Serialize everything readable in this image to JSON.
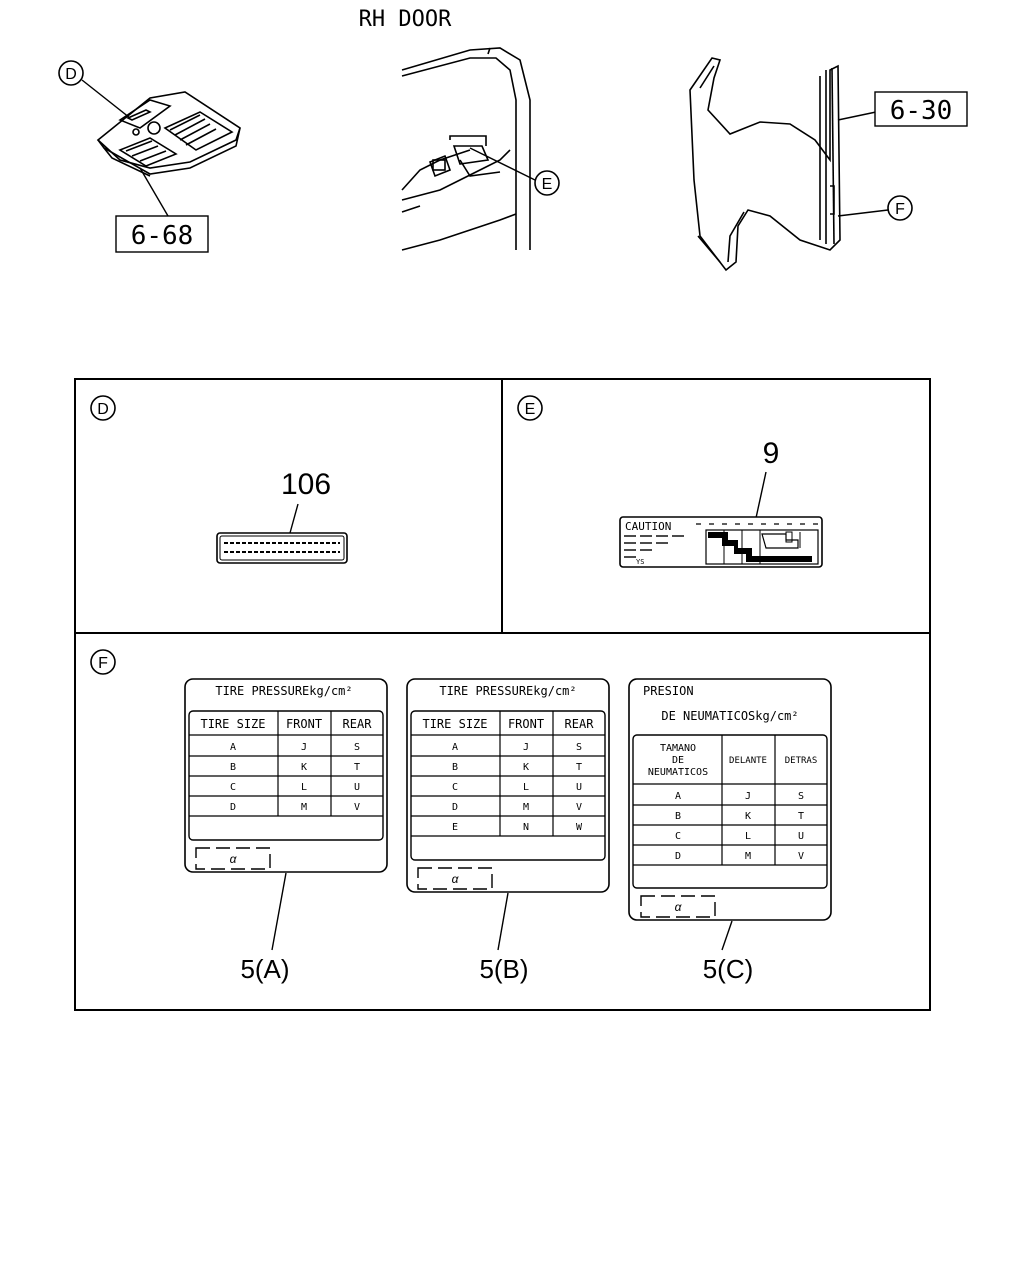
{
  "header": {
    "title": "RH DOOR"
  },
  "callouts": {
    "d": "D",
    "e": "E",
    "f": "F",
    "ref_6_68": "6-68",
    "ref_6_30": "6-30"
  },
  "panels": {
    "d": {
      "letter": "D",
      "part_no": "106"
    },
    "e": {
      "letter": "E",
      "part_no": "9",
      "label_heading": "CAUTION",
      "label_small": "YS"
    },
    "f": {
      "letter": "F"
    }
  },
  "labels": {
    "a": {
      "part_no": "5(A)",
      "title": "TIRE PRESSUREkg/cm²",
      "headers": [
        "TIRE SIZE",
        "FRONT",
        "REAR"
      ],
      "rows": [
        [
          "A",
          "J",
          "S"
        ],
        [
          "B",
          "K",
          "T"
        ],
        [
          "C",
          "L",
          "U"
        ],
        [
          "D",
          "M",
          "V"
        ]
      ],
      "code": "α"
    },
    "b": {
      "part_no": "5(B)",
      "title": "TIRE PRESSUREkg/cm²",
      "headers": [
        "TIRE SIZE",
        "FRONT",
        "REAR"
      ],
      "rows": [
        [
          "A",
          "J",
          "S"
        ],
        [
          "B",
          "K",
          "T"
        ],
        [
          "C",
          "L",
          "U"
        ],
        [
          "D",
          "M",
          "V"
        ],
        [
          "E",
          "N",
          "W"
        ]
      ],
      "code": "α"
    },
    "c": {
      "part_no": "5(C)",
      "title_1": "PRESION",
      "title_2": "DE NEUMATICOSkg/cm²",
      "header_1": "TAMANO",
      "header_2": "DE",
      "header_3": "NEUMATICOS",
      "header_front": "DELANTE",
      "header_rear": "DETRAS",
      "rows": [
        [
          "A",
          "J",
          "S"
        ],
        [
          "B",
          "K",
          "T"
        ],
        [
          "C",
          "L",
          "U"
        ],
        [
          "D",
          "M",
          "V"
        ]
      ],
      "code": "α"
    }
  }
}
